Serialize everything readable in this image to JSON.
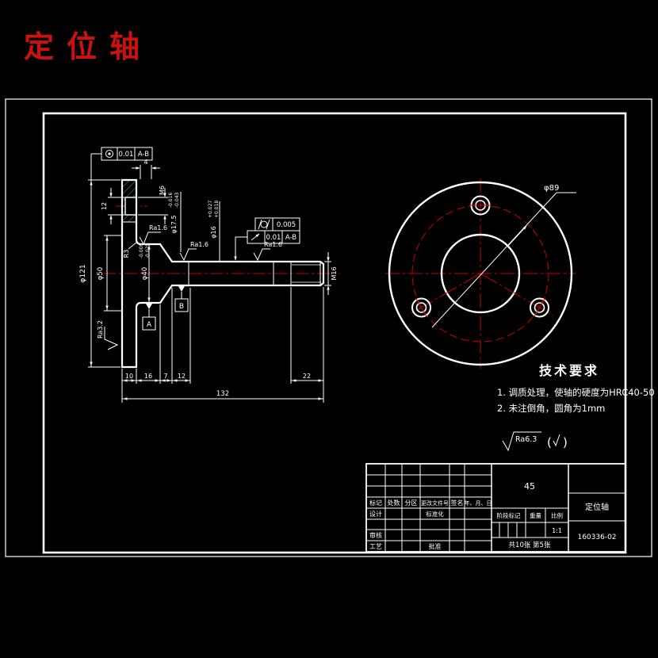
{
  "page": {
    "title": "定位轴"
  },
  "colors": {
    "background": "#000000",
    "line": "#ffffff",
    "centerline_red": "#cc0000",
    "hatch_cyan": "#3aa0b8",
    "title_red": "#cc1111"
  },
  "side_view": {
    "gdt_concentricity": {
      "symbol": "concentricity",
      "tolerance": "0.01",
      "datum": "A-B"
    },
    "gdt_cylindricity": {
      "symbol": "cylindricity",
      "tolerance": "0.005"
    },
    "gdt_runout": {
      "symbol": "circular-runout",
      "tolerance": "0.01",
      "datum": "A-B"
    },
    "datum_a": "A",
    "datum_b": "B",
    "dia_121": "φ121",
    "dia_50": "φ50",
    "dia_40": {
      "nominal": "φ40",
      "upper": "-0.009",
      "lower": "-0.025"
    },
    "dia_17_5": {
      "nominal": "φ17.5",
      "upper": "-0.016",
      "lower": "-0.043"
    },
    "dia_16": {
      "nominal": "φ16",
      "upper": "+0.027",
      "lower": "+0.018"
    },
    "thread_m6": "M6",
    "thread_m16": "M16",
    "radius_r3": "R3",
    "ra_1_6": "Ra1.6",
    "ra_3_2": "Ra3.2",
    "dim_4": "4",
    "dim_12_hole": "12",
    "dim_10": "10",
    "dim_16": "16",
    "dim_7": "7",
    "dim_12": "12",
    "dim_22": "22",
    "dim_132": "132"
  },
  "end_view": {
    "dia_bolt_circle": "φ89"
  },
  "tech_requirements": {
    "heading": "技术要求",
    "items": [
      "1. 调质处理，使轴的硬度为HRC40-50",
      "2. 未注倒角，圆角为1mm"
    ],
    "default_roughness": "Ra6.3",
    "paren_open": "(",
    "paren_close": ")"
  },
  "title_block": {
    "col_headers": [
      "标记",
      "处数",
      "分区",
      "更改文件号",
      "签名",
      "年、月、日"
    ],
    "row_design": "设计",
    "row_standard": "标准化",
    "row_check": "审核",
    "row_process": "工艺",
    "row_approve": "批准",
    "material": "45",
    "stage_label": "阶段标记",
    "weight_label": "重量",
    "scale_label": "比例",
    "scale_value": "1:1",
    "sheet_info": "共10张 第5张",
    "part_name": "定位轴",
    "drawing_no": "160336-02"
  }
}
